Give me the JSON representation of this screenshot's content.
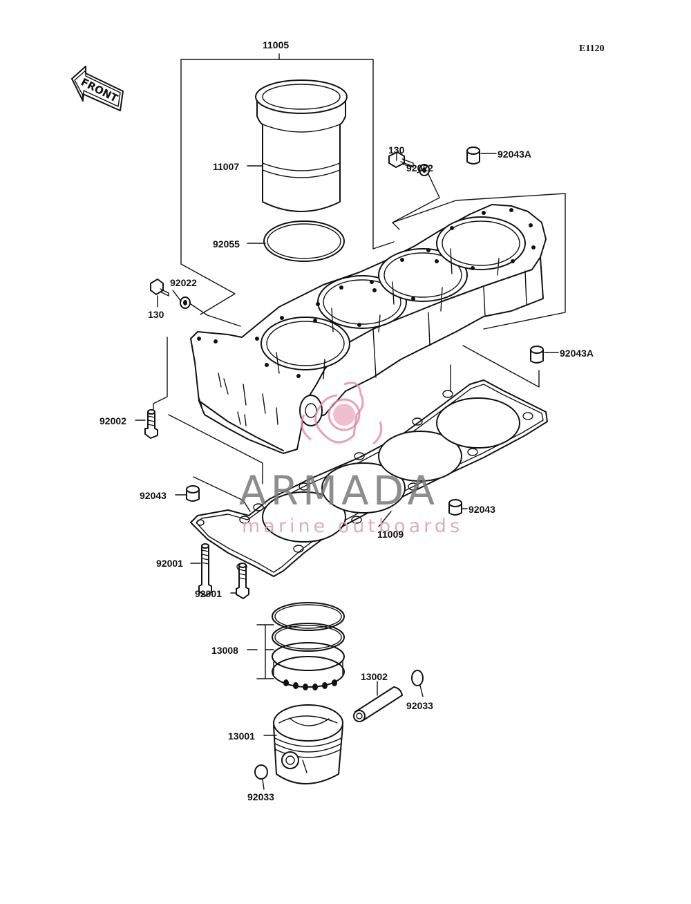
{
  "diagram_code": "E1120",
  "front_arrow_label": "FRONT",
  "watermark": {
    "brand": "ARMADA",
    "tagline": "marine outboards"
  },
  "callouts": {
    "c11005": "11005",
    "c11007": "11007",
    "c92055": "92055",
    "c130_top": "130",
    "c92022_top": "92022",
    "c92043A_top": "92043A",
    "c92022_left": "92022",
    "c130_left": "130",
    "c92043A_right": "92043A",
    "c92002": "92002",
    "c92043_left": "92043",
    "c92043_right": "92043",
    "c11009": "11009",
    "c92001_a": "92001",
    "c92001_b": "92001",
    "c13008": "13008",
    "c13002": "13002",
    "c92033_right": "92033",
    "c13001": "13001",
    "c92033_bottom": "92033"
  },
  "parts": [
    {
      "number": "11005",
      "part": "cylinder-block"
    },
    {
      "number": "11007",
      "part": "cylinder-liner"
    },
    {
      "number": "92055",
      "part": "o-ring"
    },
    {
      "number": "130",
      "part": "bolt"
    },
    {
      "number": "92022",
      "part": "washer"
    },
    {
      "number": "92043A",
      "part": "dowel-pin"
    },
    {
      "number": "92002",
      "part": "stud-bolt"
    },
    {
      "number": "92043",
      "part": "dowel-pin"
    },
    {
      "number": "11009",
      "part": "cylinder-head-gasket"
    },
    {
      "number": "92001",
      "part": "bolt"
    },
    {
      "number": "13008",
      "part": "piston-ring-set"
    },
    {
      "number": "13002",
      "part": "piston-pin"
    },
    {
      "number": "92033",
      "part": "snap-ring"
    },
    {
      "number": "13001",
      "part": "piston"
    }
  ]
}
